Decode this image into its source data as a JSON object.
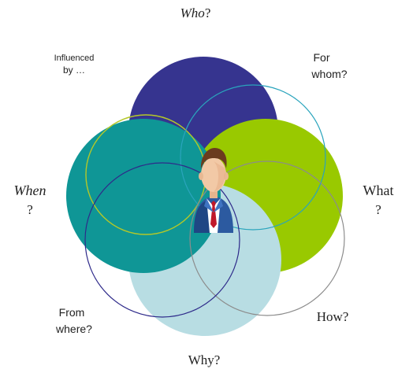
{
  "colors": {
    "navy": "#36348f",
    "lime": "#99c900",
    "teal": "#0f9696",
    "light_blue": "#b8dde3",
    "outline_yellow": "#b4c828",
    "outline_teal": "#2aa4bc",
    "outline_gray": "#8c8c8c",
    "outline_navy": "#2e2a8a",
    "icon_face": "#f2c9a6",
    "icon_hair": "#6b3c1e",
    "icon_suit": "#2c5aa0",
    "icon_tie": "#c0182a"
  },
  "icon": "businessman-icon",
  "labels": {
    "who": "Who",
    "who_mark": "?",
    "for_whom_line1": "For",
    "for_whom_line2": "whom?",
    "what_line1": "What",
    "what_line2": "?",
    "how": "How?",
    "why": "Why?",
    "from_where_line1": "From",
    "from_where_line2": "where?",
    "when_line1": "When",
    "when_line2": "?",
    "influenced_line1": "Influenced",
    "influenced_line2": "by …"
  }
}
